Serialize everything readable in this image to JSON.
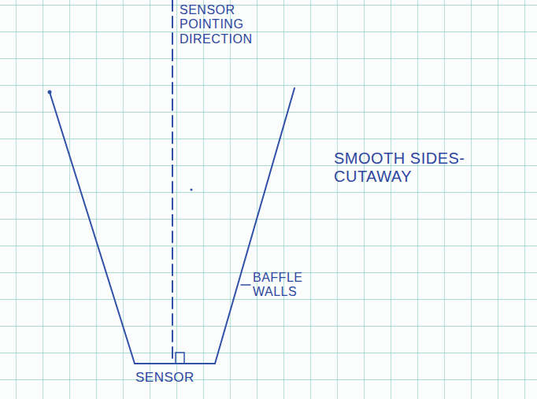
{
  "diagram": {
    "labels": [
      "SENSOR POINTING DIRECTION",
      "SMOOTH SIDES-CUTAWAY",
      "BAFFLE WALLS",
      "SENSOR"
    ]
  }
}
